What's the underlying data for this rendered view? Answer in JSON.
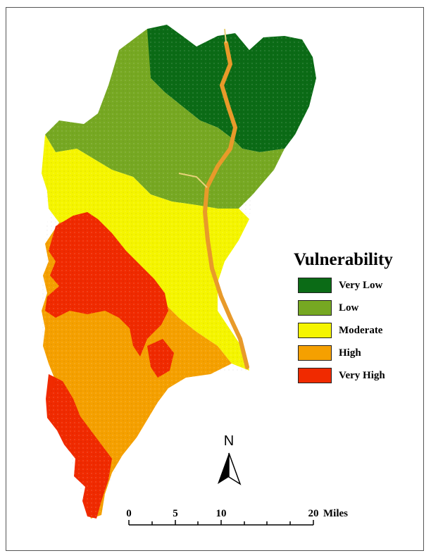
{
  "legend": {
    "title": "Vulnerability",
    "items": [
      {
        "label": "Very Low",
        "color": "#0b6b16"
      },
      {
        "label": "Low",
        "color": "#76a822"
      },
      {
        "label": "Moderate",
        "color": "#f5f500"
      },
      {
        "label": "High",
        "color": "#f5a000"
      },
      {
        "label": "Very High",
        "color": "#f02a00"
      }
    ]
  },
  "north_arrow": {
    "letter": "N",
    "icon": "north-arrow-icon"
  },
  "scale_bar": {
    "ticks": [
      "0",
      "5",
      "10",
      "20"
    ],
    "units": "Miles"
  },
  "colors": {
    "river": "#e89a2a",
    "frame": "#555555"
  }
}
